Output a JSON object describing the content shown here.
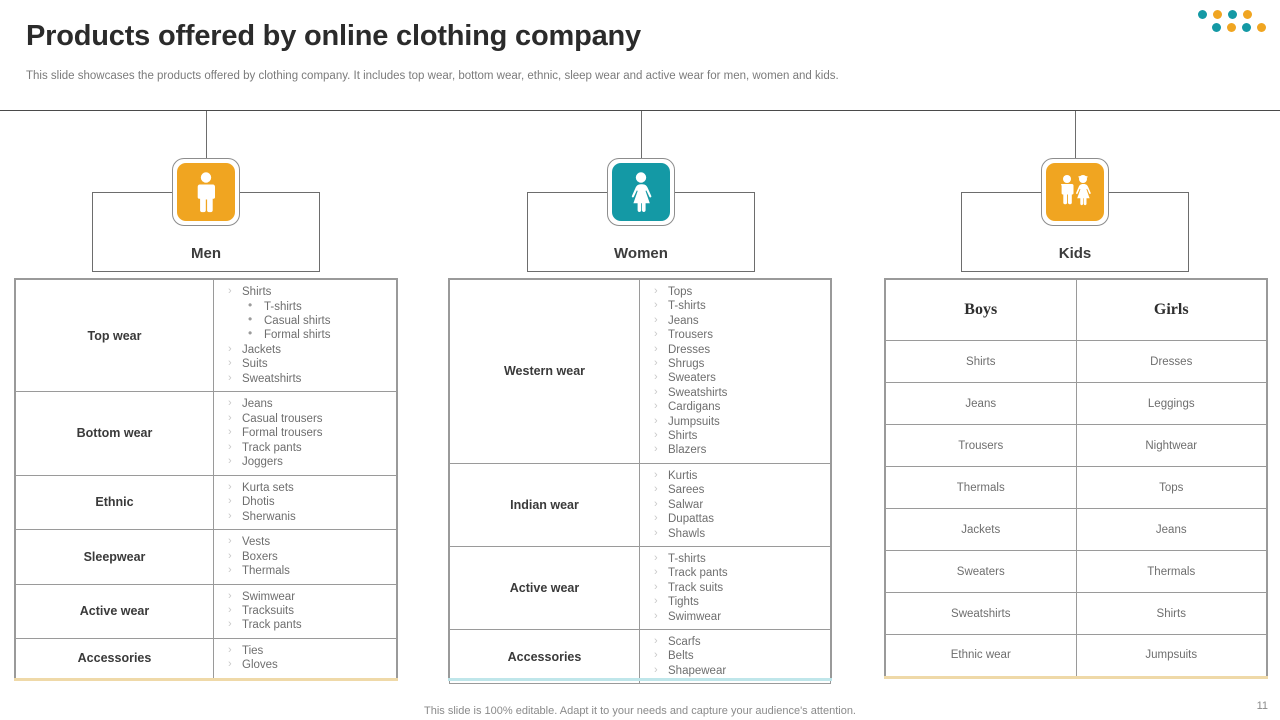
{
  "colors": {
    "orange": "#F0A521",
    "teal": "#1499A5",
    "line": "#9a9a9a",
    "text_dark": "#3a3a3a",
    "text_gray": "#6e6e6e",
    "accent_orange": "#EFD9A8",
    "accent_teal": "#BFE6EA"
  },
  "header": {
    "title": "Products offered by online clothing company",
    "subtitle": "This slide showcases the products offered by clothing company. It includes top wear, bottom wear, ethnic, sleep wear and active wear for men, women and kids."
  },
  "decor_dots": {
    "row1": [
      "teal",
      "orange",
      "teal",
      "orange"
    ],
    "row2": [
      "teal",
      "orange",
      "teal",
      "orange"
    ]
  },
  "categories": [
    {
      "id": "men",
      "label": "Men",
      "icon": "male-figure-icon",
      "icon_color": "#F0A521"
    },
    {
      "id": "women",
      "label": "Women",
      "icon": "female-figure-icon",
      "icon_color": "#1499A5"
    },
    {
      "id": "kids",
      "label": "Kids",
      "icon": "children-figure-icon",
      "icon_color": "#F0A521"
    }
  ],
  "men_table": {
    "accent_color": "#EFD9A8",
    "rows": [
      {
        "category": "Top wear",
        "items": [
          {
            "text": "Shirts",
            "sub": [
              "T-shirts",
              "Casual shirts",
              "Formal shirts"
            ]
          },
          {
            "text": "Jackets"
          },
          {
            "text": "Suits"
          },
          {
            "text": "Sweatshirts"
          }
        ]
      },
      {
        "category": "Bottom wear",
        "items": [
          {
            "text": "Jeans"
          },
          {
            "text": "Casual trousers"
          },
          {
            "text": "Formal trousers"
          },
          {
            "text": "Track pants"
          },
          {
            "text": "Joggers"
          }
        ]
      },
      {
        "category": "Ethnic",
        "items": [
          {
            "text": "Kurta sets"
          },
          {
            "text": "Dhotis"
          },
          {
            "text": "Sherwanis"
          }
        ]
      },
      {
        "category": "Sleepwear",
        "items": [
          {
            "text": "Vests"
          },
          {
            "text": "Boxers"
          },
          {
            "text": "Thermals"
          }
        ]
      },
      {
        "category": "Active wear",
        "items": [
          {
            "text": "Swimwear"
          },
          {
            "text": "Tracksuits"
          },
          {
            "text": "Track pants"
          }
        ]
      },
      {
        "category": "Accessories",
        "items": [
          {
            "text": "Ties"
          },
          {
            "text": "Gloves"
          }
        ]
      }
    ]
  },
  "women_table": {
    "accent_color": "#BFE6EA",
    "rows": [
      {
        "category": "Western wear",
        "items": [
          {
            "text": "Tops"
          },
          {
            "text": "T-shirts"
          },
          {
            "text": "Jeans"
          },
          {
            "text": "Trousers"
          },
          {
            "text": "Dresses"
          },
          {
            "text": "Shrugs"
          },
          {
            "text": "Sweaters"
          },
          {
            "text": "Sweatshirts"
          },
          {
            "text": "Cardigans"
          },
          {
            "text": "Jumpsuits"
          },
          {
            "text": "Shirts"
          },
          {
            "text": "Blazers"
          }
        ]
      },
      {
        "category": "Indian wear",
        "items": [
          {
            "text": "Kurtis"
          },
          {
            "text": "Sarees"
          },
          {
            "text": "Salwar"
          },
          {
            "text": "Dupattas"
          },
          {
            "text": "Shawls"
          }
        ]
      },
      {
        "category": "Active wear",
        "items": [
          {
            "text": "T-shirts"
          },
          {
            "text": "Track pants"
          },
          {
            "text": "Track suits"
          },
          {
            "text": "Tights"
          },
          {
            "text": "Swimwear"
          }
        ]
      },
      {
        "category": "Accessories",
        "items": [
          {
            "text": "Scarfs"
          },
          {
            "text": "Belts"
          },
          {
            "text": "Shapewear"
          }
        ]
      }
    ]
  },
  "kids_table": {
    "accent_color": "#EFD9A8",
    "headers": [
      "Boys",
      "Girls"
    ],
    "rows": [
      [
        "Shirts",
        "Dresses"
      ],
      [
        "Jeans",
        "Leggings"
      ],
      [
        "Trousers",
        "Nightwear"
      ],
      [
        "Thermals",
        "Tops"
      ],
      [
        "Jackets",
        "Jeans"
      ],
      [
        "Sweaters",
        "Thermals"
      ],
      [
        "Sweatshirts",
        "Shirts"
      ],
      [
        "Ethnic wear",
        "Jumpsuits"
      ]
    ]
  },
  "footer": {
    "note": "This slide is 100% editable. Adapt it to your needs and capture your audience's attention.",
    "page": "11"
  }
}
